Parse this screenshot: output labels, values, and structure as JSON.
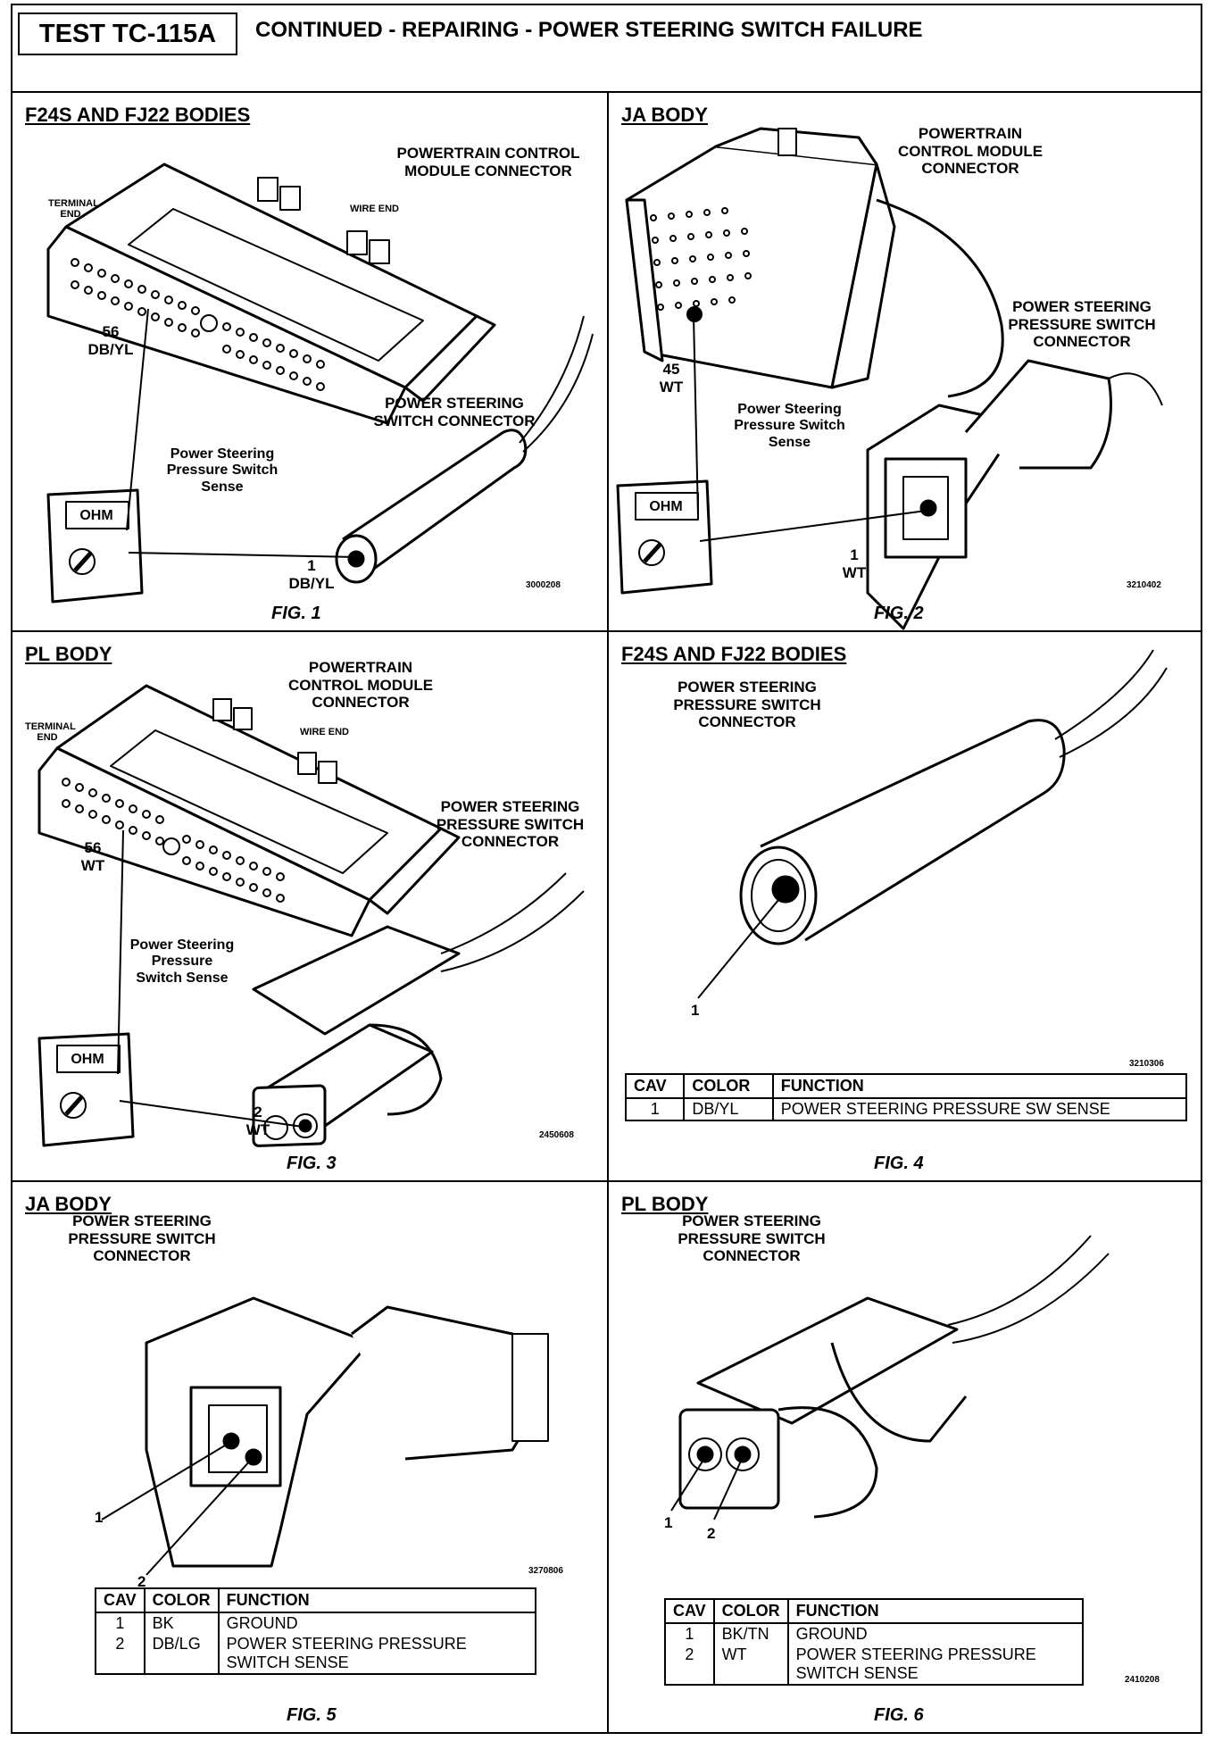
{
  "header": {
    "test_code": "TEST TC-115A",
    "title": "CONTINUED - REPAIRING - POWER STEERING SWITCH FAILURE"
  },
  "panels": [
    {
      "title": "F24S AND FJ22 BODIES",
      "labels": [
        "POWERTRAIN CONTROL MODULE CONNECTOR",
        "TERMINAL END",
        "WIRE END",
        "56 DB/YL",
        "POWER STEERING SWITCH CONNECTOR",
        "Power Steering Pressure Switch Sense",
        "OHM",
        "1 DB/YL"
      ],
      "ref": "3000208",
      "fig": "FIG. 1"
    },
    {
      "title": "JA BODY",
      "labels": [
        "POWERTRAIN CONTROL MODULE CONNECTOR",
        "POWER STEERING PRESSURE SWITCH CONNECTOR",
        "45 WT",
        "Power Steering Pressure Switch Sense",
        "OHM",
        "1 WT"
      ],
      "ref": "3210402",
      "fig": "FIG. 2"
    },
    {
      "title": "PL BODY",
      "labels": [
        "POWERTRAIN CONTROL MODULE CONNECTOR",
        "TERMINAL END",
        "WIRE END",
        "56 WT",
        "POWER STEERING PRESSURE SWITCH CONNECTOR",
        "Power Steering Pressure Switch Sense",
        "OHM",
        "2 WT"
      ],
      "ref": "2450608",
      "fig": "FIG. 3"
    },
    {
      "title": "F24S AND FJ22 BODIES",
      "labels": [
        "POWER STEERING PRESSURE SWITCH CONNECTOR",
        "1"
      ],
      "ref": "3210306",
      "fig": "FIG. 4",
      "table": {
        "headers": [
          "CAV",
          "COLOR",
          "FUNCTION"
        ],
        "rows": [
          [
            "1",
            "DB/YL",
            "POWER STEERING PRESSURE SW SENSE"
          ]
        ]
      }
    },
    {
      "title": "JA BODY",
      "labels": [
        "POWER STEERING PRESSURE SWITCH CONNECTOR",
        "1",
        "2"
      ],
      "ref": "3270806",
      "fig": "FIG. 5",
      "table": {
        "headers": [
          "CAV",
          "COLOR",
          "FUNCTION"
        ],
        "rows": [
          [
            "1",
            "BK",
            "GROUND"
          ],
          [
            "2",
            "DB/LG",
            "POWER STEERING PRESSURE SWITCH SENSE"
          ]
        ]
      }
    },
    {
      "title": "PL BODY",
      "labels": [
        "POWER STEERING PRESSURE SWITCH CONNECTOR",
        "1",
        "2"
      ],
      "ref": "2410208",
      "fig": "FIG. 6",
      "table": {
        "headers": [
          "CAV",
          "COLOR",
          "FUNCTION"
        ],
        "rows": [
          [
            "1",
            "BK/TN",
            "GROUND"
          ],
          [
            "2",
            "WT",
            "POWER STEERING PRESSURE SWITCH SENSE"
          ]
        ]
      }
    }
  ]
}
